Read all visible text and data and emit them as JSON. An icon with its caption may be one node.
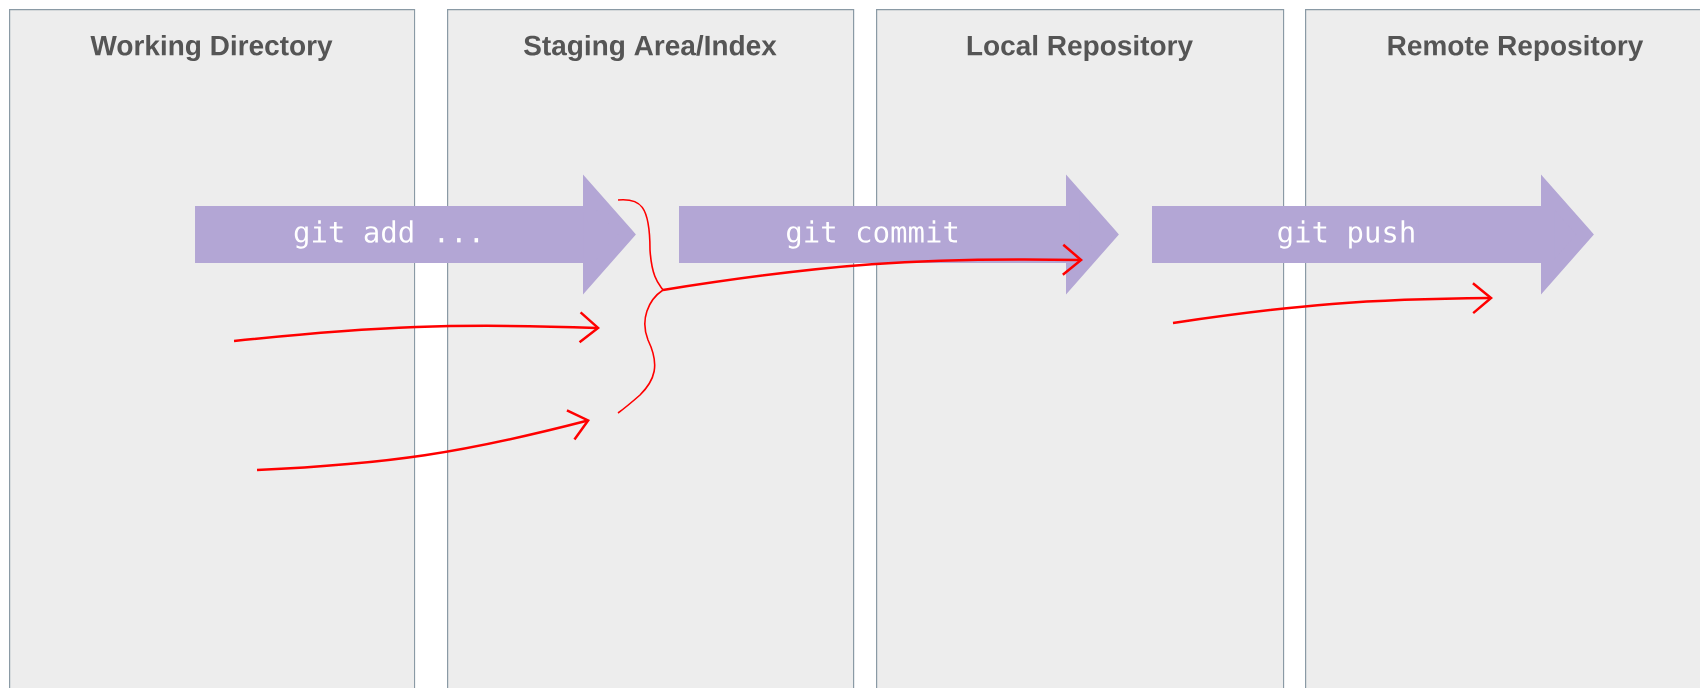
{
  "diagram": {
    "nodes": [
      {
        "text": [
          "Working Directory"
        ]
      },
      {
        "text": [
          "Staging Area/Index"
        ]
      },
      {
        "text": [
          "Local Repository"
        ]
      },
      {
        "text": [
          "Remote Repository"
        ]
      }
    ],
    "edges": [
      {
        "from": 0,
        "to": 1,
        "arrow": "to",
        "label": "git add ...",
        "style": "thick",
        "color": "#b3a6d5"
      },
      {
        "from": 1,
        "to": 2,
        "arrow": "to",
        "label": "git commit",
        "style": "thick",
        "color": "#b3a6d5"
      },
      {
        "from": 2,
        "to": 3,
        "arrow": "to",
        "label": "git push",
        "style": "thick",
        "color": "#b3a6d5"
      },
      {
        "from": 0,
        "to": 1,
        "arrow": "to"
      },
      {
        "from": 0,
        "to": 1,
        "arrow": "to"
      },
      {
        "from": 1,
        "to": 2,
        "arrow": "to"
      },
      {
        "from": 2,
        "to": 3,
        "arrow": "to"
      }
    ]
  }
}
